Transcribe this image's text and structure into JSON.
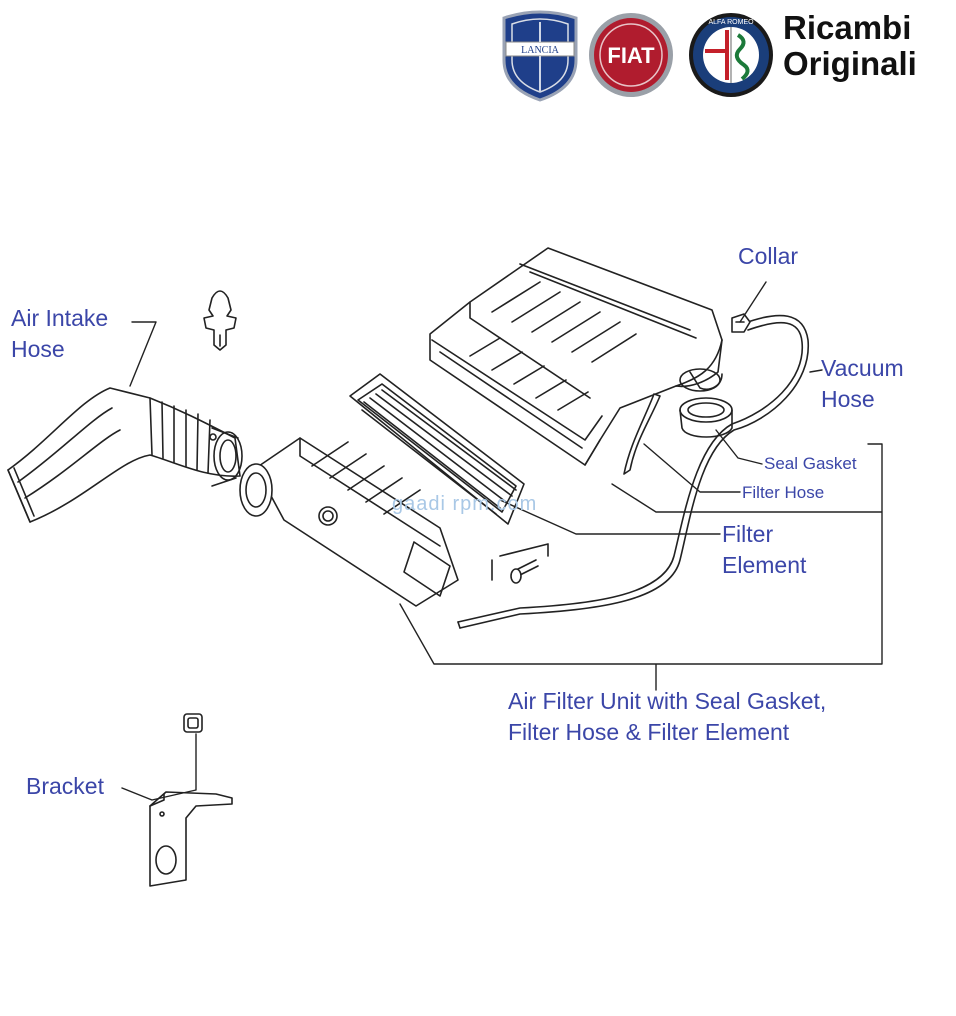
{
  "header": {
    "brand_line1": "Ricambi",
    "brand_line2": "Originali",
    "logos": [
      {
        "name": "lancia-logo",
        "text": "LANCIA",
        "color": "#1f3f8a"
      },
      {
        "name": "fiat-logo",
        "text": "FIAT",
        "color": "#b01c2e"
      },
      {
        "name": "alfa-romeo-logo",
        "text": "ALFA ROMEO",
        "color": "#1a3e7a"
      }
    ]
  },
  "watermark": "gaadi rpm.com",
  "labels": {
    "air_intake_hose_l1": "Air Intake",
    "air_intake_hose_l2": "Hose",
    "collar": "Collar",
    "vacuum_hose_l1": "Vacuum",
    "vacuum_hose_l2": "Hose",
    "seal_gasket": "Seal Gasket",
    "filter_hose": "Filter Hose",
    "filter_element_l1": "Filter",
    "filter_element_l2": "Element",
    "air_filter_unit_l1": "Air Filter Unit with Seal Gasket,",
    "air_filter_unit_l2": "Filter Hose & Filter Element",
    "bracket": "Bracket"
  },
  "colors": {
    "label_text": "#3b46a8",
    "line_art": "#222222"
  }
}
